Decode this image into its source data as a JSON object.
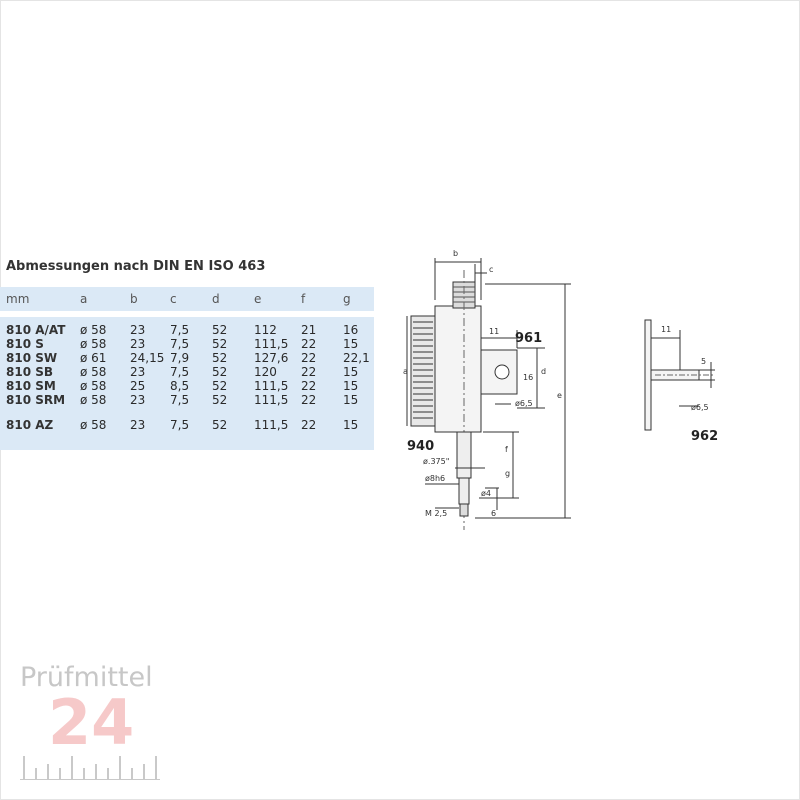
{
  "title": "Abmessungen nach DIN EN ISO 463",
  "table": {
    "headers": [
      "mm",
      "a",
      "b",
      "c",
      "d",
      "e",
      "f",
      "g"
    ],
    "rows": [
      [
        "810 A/AT",
        "ø 58",
        "23",
        "7,5",
        "52",
        "112",
        "21",
        "16"
      ],
      [
        "810 S",
        "ø 58",
        "23",
        "7,5",
        "52",
        "111,5",
        "22",
        "15"
      ],
      [
        "810 SW",
        "ø 61",
        "24,15",
        "7,9",
        "52",
        "127,6",
        "22",
        "22,1"
      ],
      [
        "810 SB",
        "ø 58",
        "23",
        "7,5",
        "52",
        "120",
        "22",
        "15"
      ],
      [
        "810 SM",
        "ø 58",
        "25",
        "8,5",
        "52",
        "111,5",
        "22",
        "15"
      ],
      [
        "810 SRM",
        "ø 58",
        "23",
        "7,5",
        "52",
        "111,5",
        "22",
        "15"
      ],
      [
        "810 AZ",
        "ø 58",
        "23",
        "7,5",
        "52",
        "111,5",
        "22",
        "15"
      ]
    ]
  },
  "drawing": {
    "dim_b": "b",
    "dim_c": "c",
    "dim_a": "a",
    "dim_d": "d",
    "dim_e": "e",
    "dim_f": "f",
    "dim_g": "g",
    "dim_11": "11",
    "dim_16": "16",
    "dim_d65": "ø6,5",
    "dim_d375": "ø.375\"",
    "dim_d8h6": "ø8h6",
    "dim_d4": "ø4",
    "dim_m25": "M 2,5",
    "dim_6": "6",
    "part_961": "961",
    "part_940": "940",
    "part_962": "962",
    "dim_11b": "11",
    "dim_5": "5",
    "dim_d65b": "ø6,5"
  },
  "logo": {
    "top": "Prüfmittel",
    "number": "24"
  }
}
